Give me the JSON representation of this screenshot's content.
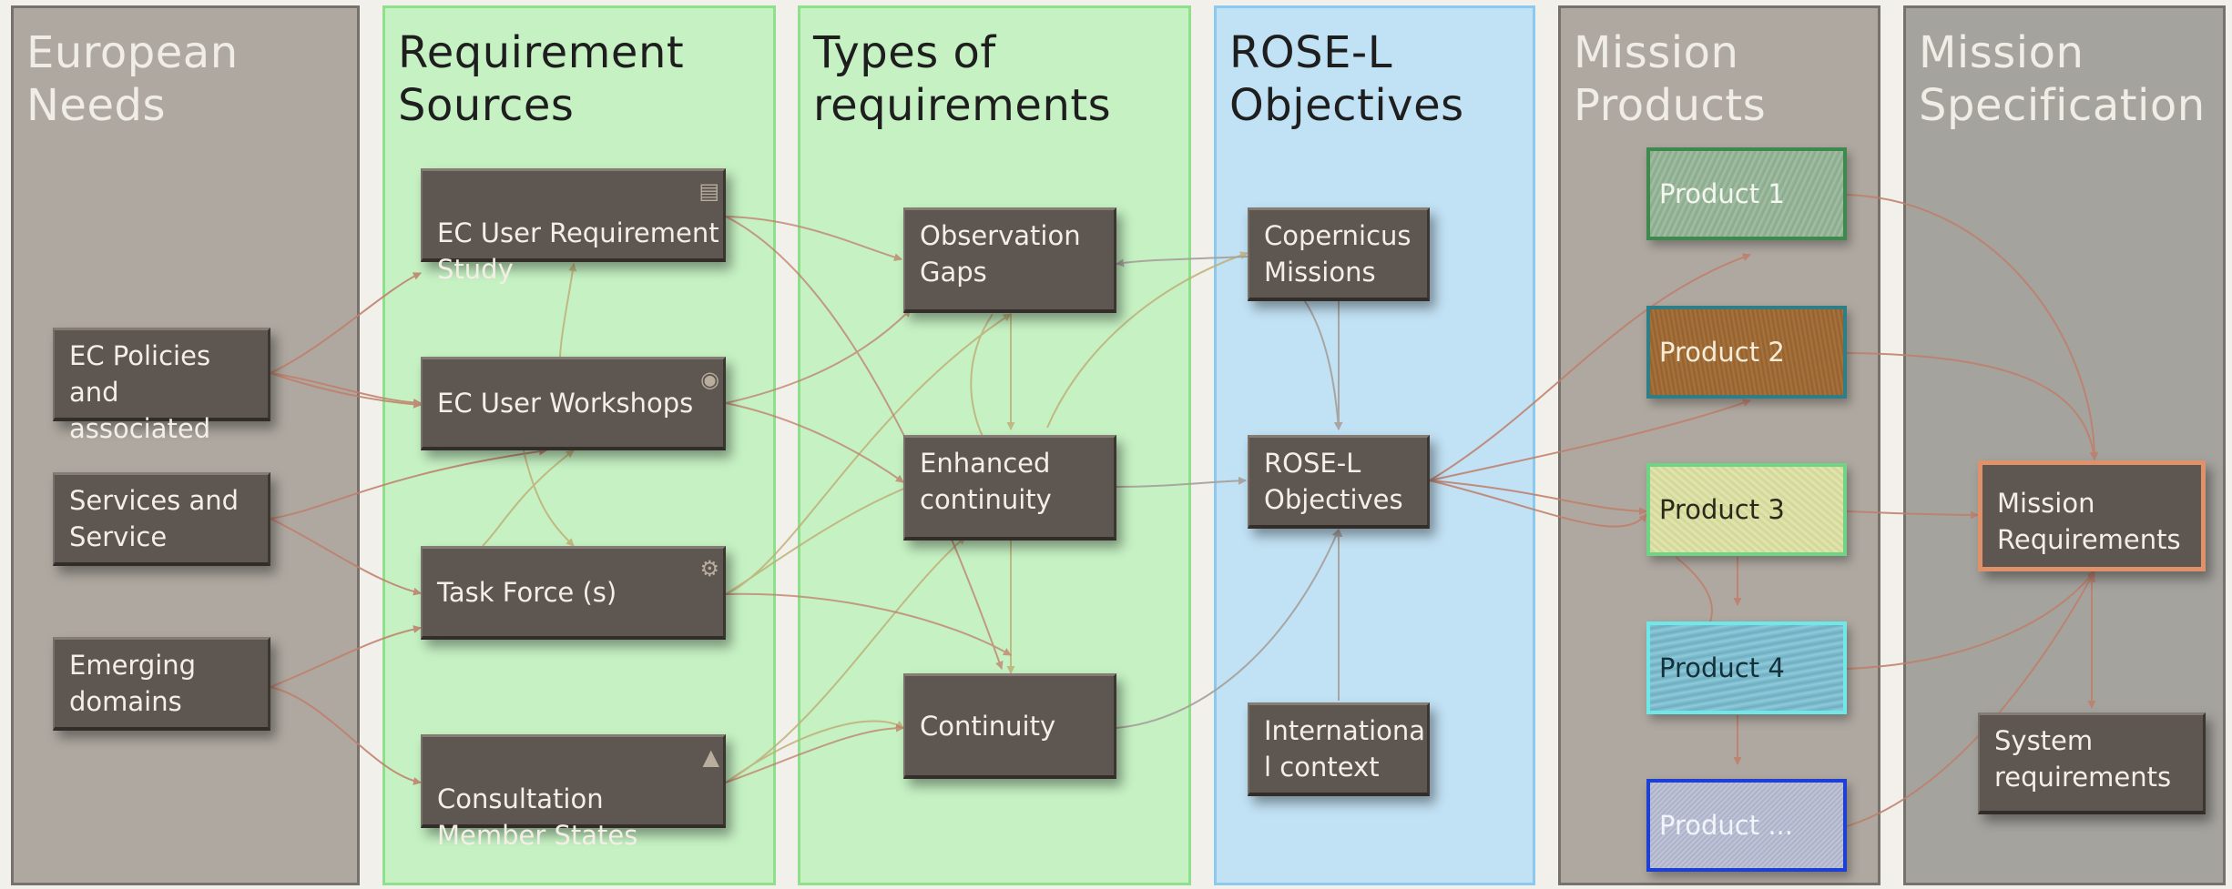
{
  "columns": [
    {
      "id": "european-needs",
      "title": "European Needs"
    },
    {
      "id": "requirement-sources",
      "title": "Requirement\nSources"
    },
    {
      "id": "types-of-requirements",
      "title": "Types of\nrequirements"
    },
    {
      "id": "rose-l-objectives",
      "title": "ROSE-L\nObjectives"
    },
    {
      "id": "mission-products",
      "title": "Mission\nProducts"
    },
    {
      "id": "mission-specification",
      "title": "Mission\nSpecification"
    }
  ],
  "nodes": {
    "ec_policies": "EC Policies and\nassociated",
    "services": "Services and\nService",
    "emerging": "Emerging\ndomains",
    "ec_study": "EC User Requirement\nStudy",
    "ec_workshops": "EC User Workshops",
    "task_force": "Task Force (s)",
    "consultation": "Consultation\nMember States",
    "observation_gaps": "Observation\nGaps",
    "enhanced_continuity": "Enhanced\ncontinuity",
    "continuity": "Continuity",
    "copernicus": "Copernicus\nMissions",
    "rose_obj": "ROSE-L\nObjectives",
    "international": "Internationa\nl context",
    "mission_req": "Mission\nRequirements",
    "system_req": "System\nrequirements"
  },
  "products": [
    {
      "label": "Product 1",
      "border": "#3e8a4e",
      "fill": "#98b69a",
      "text": "#f4f7ef"
    },
    {
      "label": "Product 2",
      "border": "#2f7e86",
      "fill": "#a06b35",
      "text": "#f7ecd8"
    },
    {
      "label": "Product 3",
      "border": "#6fd486",
      "fill": "#dbe0a3",
      "text": "#2a2a1a"
    },
    {
      "label": "Product 4",
      "border": "#6fe8ea",
      "fill": "#7fbfd0",
      "text": "#14303a"
    },
    {
      "label": "Product ...",
      "border": "#1d3fd6",
      "fill": "#b7bcd2",
      "text": "#f2f4fb"
    }
  ],
  "colors": {
    "grey_column": "#aea8a0",
    "grey_column_dark": "#a5a39e",
    "green_column": "#c5f1c3",
    "blue_column": "#c1e1f4",
    "node": "#5e5650",
    "mission_req_border": "#e0916a",
    "link_red": "#c07e6a",
    "link_olive": "#c0b078",
    "link_grey": "#a69f9a"
  }
}
